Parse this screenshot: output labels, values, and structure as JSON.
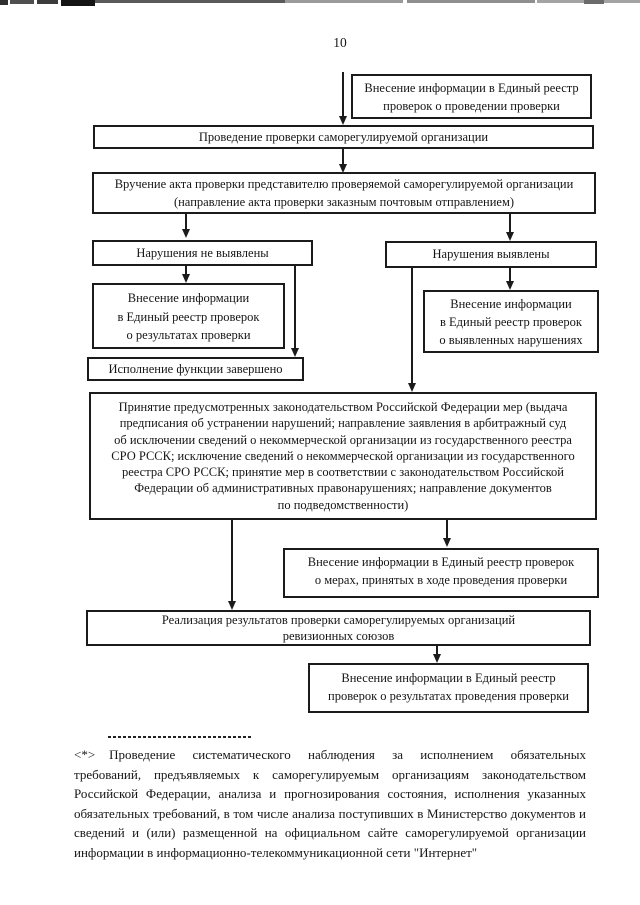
{
  "page_number": "10",
  "ink_color": "#1b1b1b",
  "paper_color": "#ffffff",
  "nodes": {
    "reg_start": {
      "lines": [
        "Внесение информации в Единый реестр",
        "проверок о проведении проверки"
      ]
    },
    "conduct": {
      "lines": [
        "Проведение проверки саморегулируемой организации"
      ]
    },
    "act": {
      "lines": [
        "Вручение акта проверки представителю проверяемой саморегулируемой организации",
        "(направление акта проверки заказным почтовым отправлением)"
      ]
    },
    "no_violations": {
      "lines": [
        "Нарушения не выявлены"
      ]
    },
    "violations": {
      "lines": [
        "Нарушения выявлены"
      ]
    },
    "reg_results": {
      "lines": [
        "Внесение информации",
        "в Единый реестр проверок",
        "о результатах проверки"
      ]
    },
    "complete": {
      "lines": [
        "Исполнение функции завершено"
      ]
    },
    "reg_violations": {
      "lines": [
        "Внесение информации",
        "в Единый реестр проверок",
        "о выявленных нарушениях"
      ]
    },
    "measures": {
      "lines": [
        "Принятие предусмотренных законодательством Российской Федерации мер (выдача",
        "предписания об устранении нарушений; направление заявления в арбитражный суд",
        "об исключении сведений о некоммерческой организации из государственного реестра",
        "СРО РССК; исключение сведений о некоммерческой организации из государственного",
        "реестра СРО РССК; принятие мер в соответствии с законодательством Российской",
        "Федерации об административных правонарушениях; направление документов",
        "по подведомственности)"
      ]
    },
    "reg_measures": {
      "lines": [
        "Внесение информации в Единый реестр проверок",
        "о мерах, принятых в ходе проведения проверки"
      ]
    },
    "realization": {
      "lines": [
        "Реализация результатов проверки саморегулируемых организаций",
        "ревизионных союзов"
      ]
    },
    "reg_final": {
      "lines": [
        "Внесение информации в Единый реестр",
        "проверок о результатах проведения проверки"
      ]
    }
  },
  "footnote": {
    "marker": "<*>",
    "text": "Проведение систематического наблюдения за исполнением обязательных требований, предъявляемых к саморегулируемым организациям законодательством Российской Федерации, анализа и прогнозирования состояния, исполнения указанных обязательных требований, в том числе анализа поступивших в Министерство документов и сведений и (или) размещенной на официальном сайте саморегулируемой организации информации в информационно-телекоммуникационной сети \"Интернет\""
  }
}
